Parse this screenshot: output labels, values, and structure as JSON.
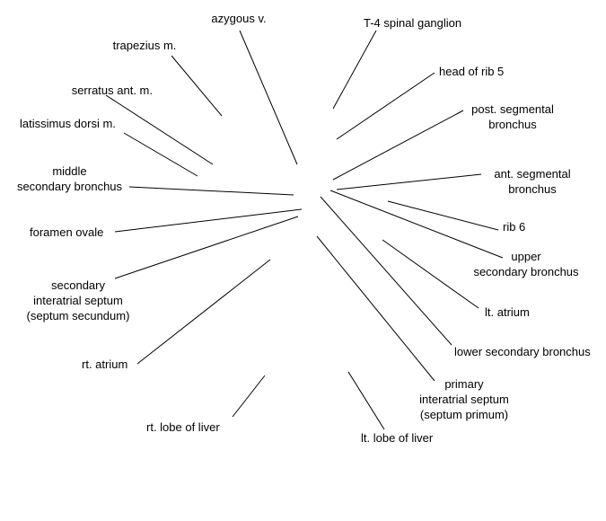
{
  "labels": {
    "azygous": [
      "azygous v."
    ],
    "t4_ganglion": [
      "T-4 spinal ganglion"
    ],
    "trapezius": [
      "trapezius m."
    ],
    "head_rib5": [
      "head of rib 5"
    ],
    "serratus": [
      "serratus ant. m."
    ],
    "post_seg_bronchus": [
      "post. segmental",
      "bronchus"
    ],
    "latissimus": [
      "latissimus dorsi m."
    ],
    "middle_sec_bronchus": [
      "middle",
      "secondary bronchus"
    ],
    "ant_seg_bronchus": [
      "ant. segmental",
      "bronchus"
    ],
    "rib6": [
      "rib 6"
    ],
    "foramen_ovale": [
      "foramen ovale"
    ],
    "upper_sec_bronchus": [
      "upper",
      "secondary bronchus"
    ],
    "septum_secundum": [
      "secondary",
      "interatrial septum",
      "(septum secundum)"
    ],
    "lt_atrium": [
      "lt. atrium"
    ],
    "lower_sec_bronchus": [
      "lower secondary bronchus"
    ],
    "rt_atrium": [
      "rt. atrium"
    ],
    "septum_primum": [
      "primary",
      "interatrial septum",
      "(septum primum)"
    ],
    "rt_lobe_liver": [
      "rt. lobe of liver"
    ],
    "lt_lobe_liver": [
      "lt. lobe of liver"
    ]
  }
}
